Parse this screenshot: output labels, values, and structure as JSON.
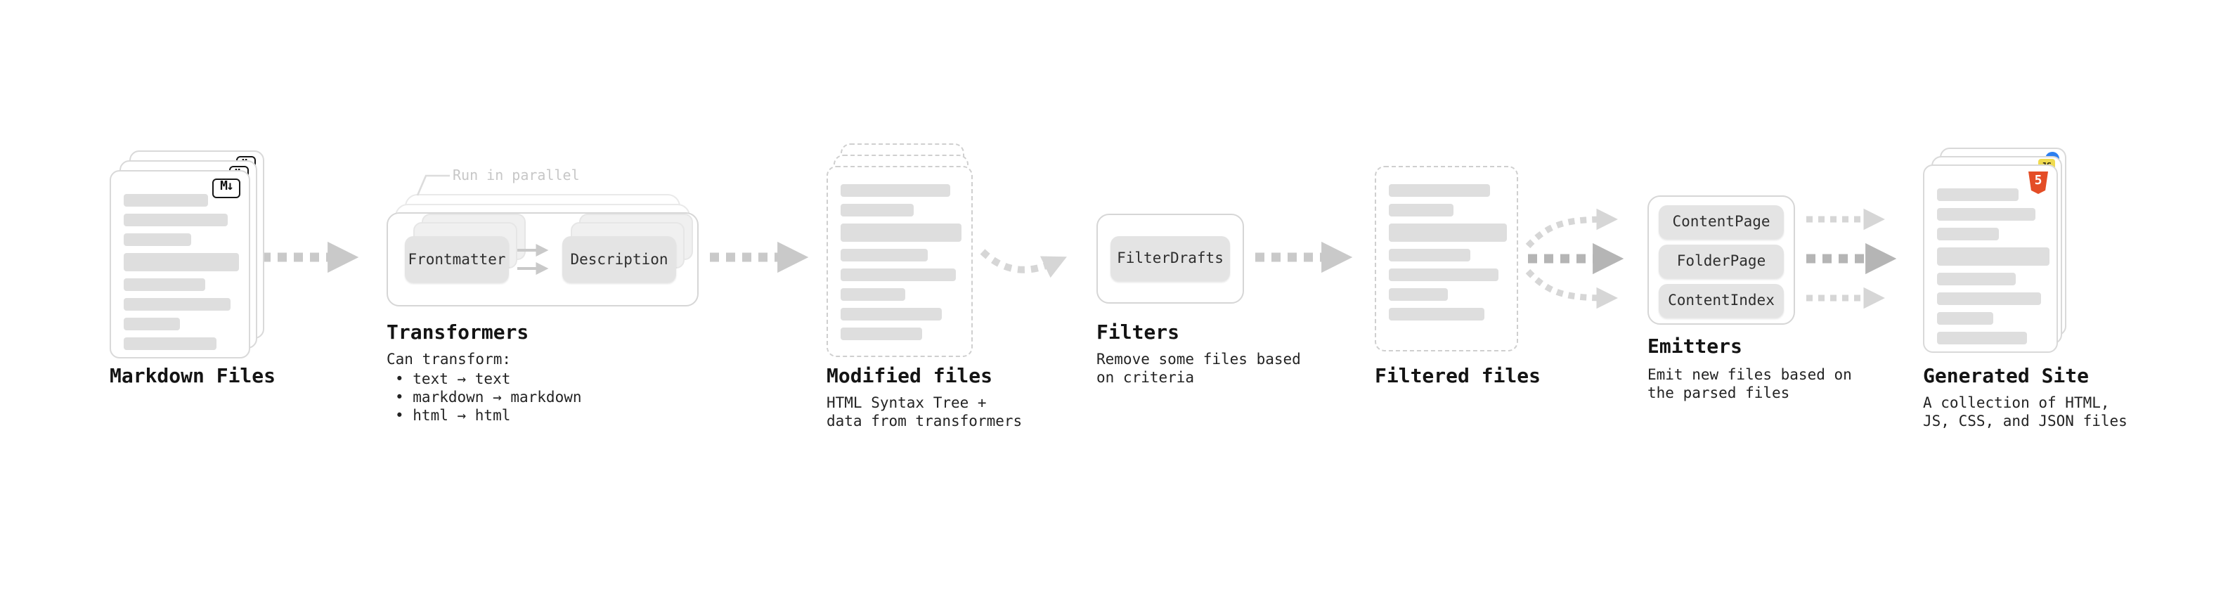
{
  "pipeline_order": [
    "Markdown Files",
    "Transformers",
    "Modified files",
    "Filters",
    "Filtered files",
    "Emitters",
    "Generated Site"
  ],
  "colors": {
    "arrow_gray": "#c9c9c9",
    "arrow_bold_gray": "#b5b5b5",
    "arrow_light_gray": "#d6d6d6",
    "chip_bg": "#e4e4e4",
    "doc_bar_gray": "#dedede",
    "html5_badge": "#e44d26",
    "js_badge": "#f0db4f",
    "css_badge": "#2d7ff0"
  },
  "stages": {
    "markdown_files": {
      "label": "Markdown Files",
      "badge": "M↓"
    },
    "transformers": {
      "label": "Transformers",
      "callout": "Run in parallel",
      "chips": [
        "Frontmatter",
        "Description"
      ],
      "caption_title": "Can transform:",
      "bullets": [
        "• text → text",
        "• markdown → markdown",
        "• html → html"
      ]
    },
    "modified_files": {
      "label": "Modified files",
      "subtitle": [
        "HTML Syntax Tree +",
        "data from transformers"
      ]
    },
    "filters": {
      "label": "Filters",
      "chip": "FilterDrafts",
      "subtitle": [
        "Remove some files based",
        "on criteria"
      ]
    },
    "filtered_files": {
      "label": "Filtered files"
    },
    "emitters": {
      "label": "Emitters",
      "chips": [
        "ContentPage",
        "FolderPage",
        "ContentIndex"
      ],
      "subtitle": [
        "Emit new files based on",
        "the parsed files"
      ]
    },
    "generated_site": {
      "label": "Generated Site",
      "badges": {
        "html": "5",
        "js": "JS"
      },
      "subtitle": [
        "A collection of HTML,",
        "JS, CSS, and JSON files"
      ]
    }
  }
}
